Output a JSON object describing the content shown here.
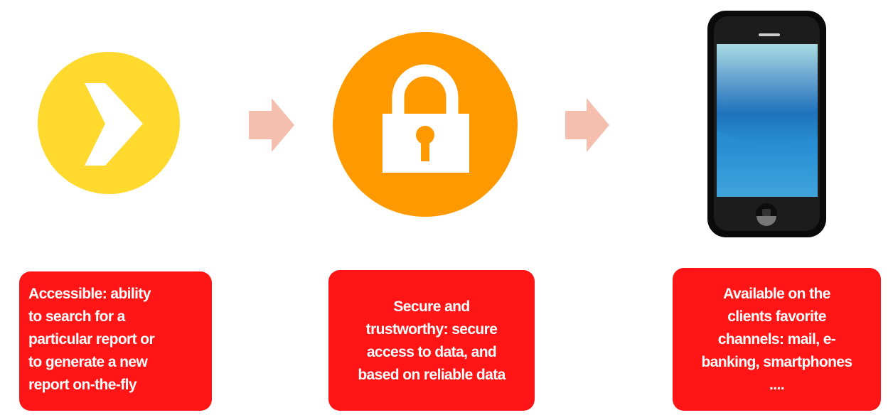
{
  "colors": {
    "yellow": "#FFD92E",
    "orange": "#FF9900",
    "arrow": "#F4BFAE",
    "box": "#FF1515",
    "text": "#FFFFFF"
  },
  "icons": [
    "chevron-right-icon",
    "arrow-right-icon",
    "lock-icon",
    "arrow-right-icon",
    "smartphone-icon"
  ],
  "boxes": [
    {
      "lines": [
        "Accessible: ability",
        "to search for a",
        "particular report or",
        "to generate a new",
        "report on-the-fly"
      ]
    },
    {
      "lines": [
        "Secure and",
        "trustworthy: secure",
        "access to data, and",
        "based on reliable data"
      ]
    },
    {
      "lines": [
        "Available on the",
        "clients favorite",
        "channels: mail, e-",
        "banking, smartphones",
        "...."
      ]
    }
  ]
}
